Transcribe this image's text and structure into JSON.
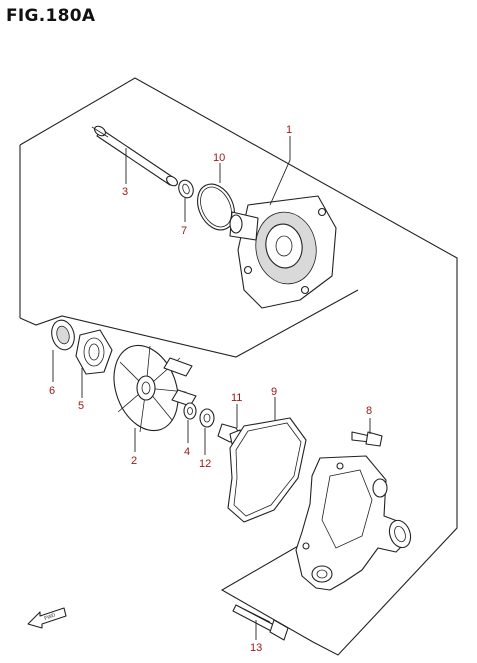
{
  "figure": {
    "title": "FIG.180A"
  },
  "callouts": {
    "p1": "1",
    "p2": "2",
    "p3": "3",
    "p4": "4",
    "p5": "5",
    "p6": "6",
    "p7": "7",
    "p8": "8",
    "p9": "9",
    "p10": "10",
    "p11": "11",
    "p12": "12",
    "p13": "13"
  },
  "fwd_arrow": {
    "label": "FWD",
    "icon": "forward-arrow-icon"
  },
  "colors": {
    "callout": "#a01818",
    "line": "#222222"
  }
}
